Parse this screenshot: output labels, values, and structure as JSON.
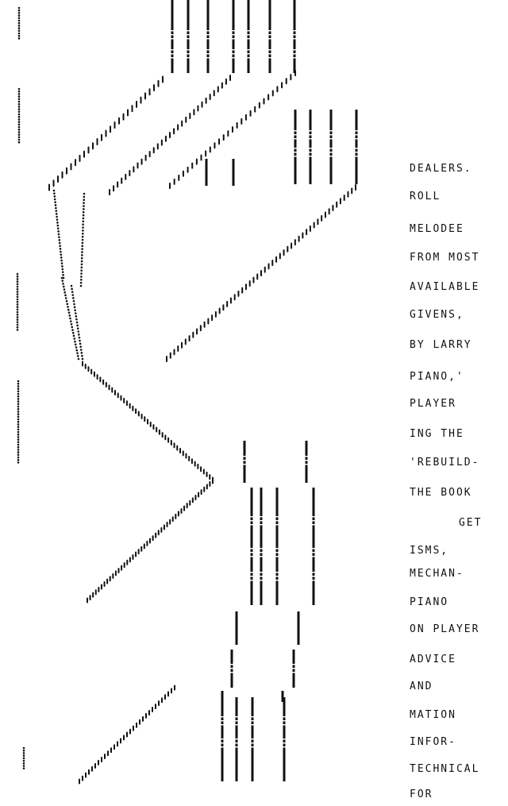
{
  "colors": {
    "ink": "#111111",
    "paper": "#ffffff"
  },
  "lines": [
    "DEALERS.",
    "ROLL",
    "MELODEE",
    "FROM MOST",
    "AVAILABLE",
    "GIVENS,",
    "BY LARRY",
    "PIANO,'",
    "PLAYER",
    "ING THE",
    "'REBUILD-",
    "THE BOOK",
    "GET",
    "ISMS,",
    "MECHAN-",
    "PIANO",
    "ON PLAYER",
    "ADVICE",
    "AND",
    "MATION",
    "INFOR-",
    "TECHNICAL",
    "FOR"
  ]
}
